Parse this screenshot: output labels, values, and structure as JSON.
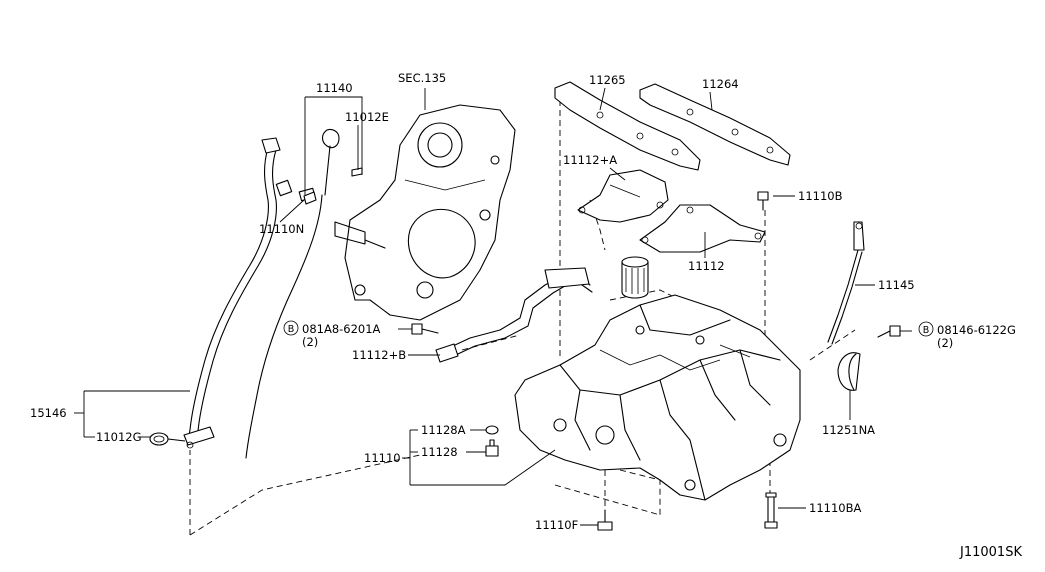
{
  "labels": {
    "p11140": "11140",
    "sec135": "SEC.135",
    "p11012E": "11012E",
    "p11110N": "11110N",
    "p11265": "11265",
    "p11264": "11264",
    "p11112A": "11112+A",
    "p11110B": "11110B",
    "p11112": "11112",
    "p11145": "11145",
    "b081A8_code": "081A8-6201A",
    "b081A8_qty": "(2)",
    "b08146_code": "08146-6122G",
    "b08146_qty": "(2)",
    "bolt_marker": "B",
    "p11112B": "11112+B",
    "p15146": "15146",
    "p11012G": "11012G",
    "p11128A": "11128A",
    "p11128": "11128",
    "p11110": "11110",
    "p11251NA": "11251NA",
    "p11110F": "11110F",
    "p11110BA": "11110BA",
    "diagram_id": "J11001SK"
  }
}
